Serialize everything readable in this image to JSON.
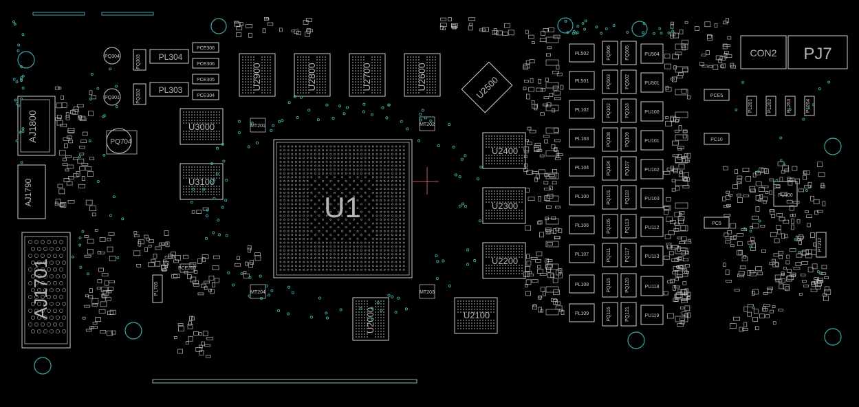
{
  "board": {
    "gpu": "U1",
    "memory_chips": [
      "U2900",
      "U2800",
      "U2700",
      "U2600",
      "U2500",
      "U2400",
      "U2300",
      "U2200",
      "U2100",
      "U2000",
      "U3000",
      "U3100"
    ],
    "connectors": [
      "AJ1800",
      "AJ1790",
      "AJ1701",
      "CON2",
      "PJ7"
    ],
    "controller": "PU100",
    "left_top_parts": [
      "PQ304",
      "PQ303",
      "PL304",
      "PL303",
      "PQ301",
      "PQ302",
      "PQ704",
      "PCE308",
      "PCE306",
      "PCE305",
      "PCE304",
      "PL700"
    ],
    "power_inductors": [
      "PL502",
      "PL501",
      "PL102",
      "PL103",
      "PL104",
      "PL100",
      "PL106",
      "PL107",
      "PL108",
      "PL109"
    ],
    "power_ics": [
      "PU504",
      "PU501",
      "PU100",
      "PU101",
      "PU102",
      "PU103",
      "PU112",
      "PU113",
      "PU118",
      "PU119"
    ],
    "pq_column_a": [
      "PQ506",
      "PQ503",
      "PQ102",
      "PQ108",
      "PQ104",
      "PQ101",
      "PQ105",
      "PQ111",
      "PQ115",
      "PQ116"
    ],
    "pq_column_b": [
      "PQ505",
      "PQ502",
      "PQ103",
      "PQ109",
      "PQ107",
      "PQ110",
      "PQ113",
      "PQ117",
      "PQ120",
      "PQ121"
    ],
    "misc_labels": [
      "PCE5",
      "PC10",
      "PC5",
      "PT212",
      "PL201",
      "PL202",
      "PL203",
      "PL204",
      "MT201",
      "MT204",
      "MT203",
      "MT202",
      "PCE200"
    ]
  }
}
